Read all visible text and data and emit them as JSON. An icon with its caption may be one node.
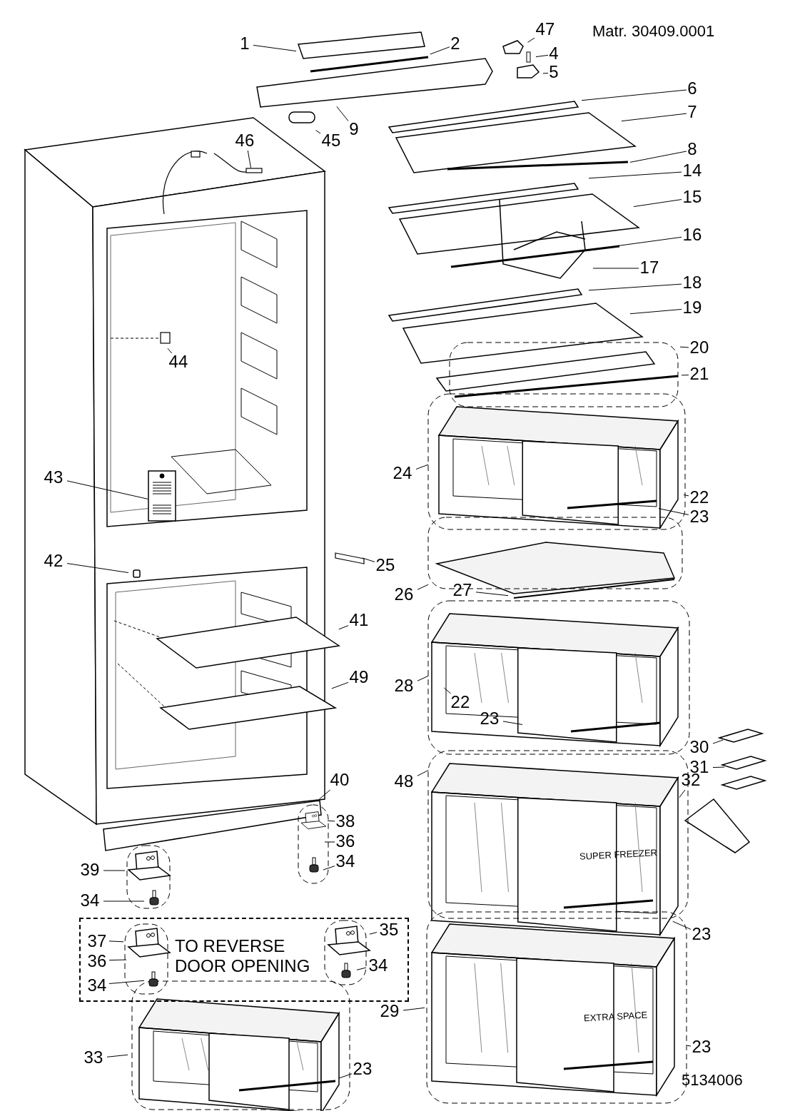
{
  "diagram": {
    "nodes": [
      {
        "text": [
          "1"
        ]
      },
      {
        "text": [
          "2"
        ]
      },
      {
        "text": [
          "47"
        ]
      },
      {
        "text": [
          "4"
        ]
      },
      {
        "text": [
          "5"
        ]
      },
      {
        "text": [
          "6"
        ]
      },
      {
        "text": [
          "7"
        ]
      },
      {
        "text": [
          "9"
        ]
      },
      {
        "text": [
          "45"
        ]
      },
      {
        "text": [
          "46"
        ]
      },
      {
        "text": [
          "8"
        ]
      },
      {
        "text": [
          "14"
        ]
      },
      {
        "text": [
          "15"
        ]
      },
      {
        "text": [
          "16"
        ]
      },
      {
        "text": [
          "17"
        ]
      },
      {
        "text": [
          "18"
        ]
      },
      {
        "text": [
          "19"
        ]
      },
      {
        "text": [
          "20"
        ]
      },
      {
        "text": [
          "44"
        ]
      },
      {
        "text": [
          "21"
        ]
      },
      {
        "text": [
          "24"
        ]
      },
      {
        "text": [
          "43"
        ]
      },
      {
        "text": [
          "22"
        ]
      },
      {
        "text": [
          "23"
        ]
      },
      {
        "text": [
          "25"
        ]
      },
      {
        "text": [
          "42"
        ]
      },
      {
        "text": [
          "26"
        ]
      },
      {
        "text": [
          "27"
        ]
      },
      {
        "text": [
          "41"
        ]
      },
      {
        "text": [
          "49"
        ]
      },
      {
        "text": [
          "28"
        ]
      },
      {
        "text": [
          "22"
        ]
      },
      {
        "text": [
          "23"
        ]
      },
      {
        "text": [
          "30"
        ]
      },
      {
        "text": [
          "31"
        ]
      },
      {
        "text": [
          "32"
        ]
      },
      {
        "text": [
          "48"
        ]
      },
      {
        "text": [
          "40"
        ]
      },
      {
        "text": [
          "38"
        ]
      },
      {
        "text": [
          "36"
        ]
      },
      {
        "text": [
          "34"
        ]
      },
      {
        "text": [
          "39"
        ]
      },
      {
        "text": [
          "34"
        ]
      },
      {
        "text": [
          "TO REVERSE DOOR OPENING"
        ]
      },
      {
        "text": [
          "35"
        ],
        "in": 43
      },
      {
        "text": [
          "37"
        ],
        "in": 43
      },
      {
        "text": [
          "34"
        ],
        "in": 43
      },
      {
        "text": [
          "36"
        ],
        "in": 43
      },
      {
        "text": [
          "34"
        ],
        "in": 43
      },
      {
        "text": [
          "23"
        ]
      },
      {
        "text": [
          "29"
        ]
      },
      {
        "text": [
          "33"
        ]
      },
      {
        "text": [
          "23"
        ]
      },
      {
        "text": [
          "23"
        ]
      }
    ],
    "edges": [
      {
        "from": 0,
        "to": null,
        "arrow": "none"
      },
      {
        "from": 1,
        "to": null,
        "arrow": "none"
      },
      {
        "from": 2,
        "to": null,
        "arrow": "none"
      },
      {
        "from": 3,
        "to": null,
        "arrow": "none"
      },
      {
        "from": 4,
        "to": null,
        "arrow": "none"
      },
      {
        "from": 5,
        "to": null,
        "arrow": "none"
      },
      {
        "from": 6,
        "to": null,
        "arrow": "none"
      },
      {
        "from": 7,
        "to": null,
        "arrow": "none"
      },
      {
        "from": 8,
        "to": null,
        "arrow": "none"
      },
      {
        "from": 9,
        "to": null,
        "arrow": "none"
      },
      {
        "from": 10,
        "to": null,
        "arrow": "none"
      },
      {
        "from": 11,
        "to": null,
        "arrow": "none"
      },
      {
        "from": 12,
        "to": null,
        "arrow": "none"
      },
      {
        "from": 13,
        "to": null,
        "arrow": "none"
      },
      {
        "from": 14,
        "to": null,
        "arrow": "none"
      },
      {
        "from": 15,
        "to": null,
        "arrow": "none"
      },
      {
        "from": 16,
        "to": null,
        "arrow": "none"
      },
      {
        "from": 17,
        "to": null,
        "arrow": "none"
      },
      {
        "from": 18,
        "to": null,
        "arrow": "none"
      },
      {
        "from": 19,
        "to": null,
        "arrow": "none"
      },
      {
        "from": 20,
        "to": null,
        "arrow": "none"
      },
      {
        "from": 21,
        "to": null,
        "arrow": "none"
      },
      {
        "from": 22,
        "to": null,
        "arrow": "none"
      },
      {
        "from": 23,
        "to": null,
        "arrow": "none"
      },
      {
        "from": 24,
        "to": null,
        "arrow": "none"
      },
      {
        "from": 25,
        "to": null,
        "arrow": "none"
      },
      {
        "from": 26,
        "to": null,
        "arrow": "none"
      },
      {
        "from": 27,
        "to": null,
        "arrow": "none"
      },
      {
        "from": 28,
        "to": null,
        "arrow": "none"
      },
      {
        "from": 29,
        "to": null,
        "arrow": "none"
      },
      {
        "from": 30,
        "to": null,
        "arrow": "none"
      },
      {
        "from": 31,
        "to": null,
        "arrow": "none"
      },
      {
        "from": 32,
        "to": null,
        "arrow": "none"
      },
      {
        "from": 33,
        "to": null,
        "arrow": "none"
      },
      {
        "from": 34,
        "to": null,
        "arrow": "none"
      },
      {
        "from": 35,
        "to": null,
        "arrow": "none"
      },
      {
        "from": 36,
        "to": null,
        "arrow": "none"
      },
      {
        "from": 37,
        "to": null,
        "arrow": "none"
      },
      {
        "from": 38,
        "to": null,
        "arrow": "none"
      },
      {
        "from": 39,
        "to": null,
        "arrow": "none"
      },
      {
        "from": 40,
        "to": null,
        "arrow": "none"
      },
      {
        "from": 41,
        "to": null,
        "arrow": "none"
      },
      {
        "from": 42,
        "to": null,
        "arrow": "none"
      },
      {
        "from": 44,
        "to": null,
        "arrow": "none"
      },
      {
        "from": 45,
        "to": null,
        "arrow": "none"
      },
      {
        "from": 46,
        "to": null,
        "arrow": "none"
      },
      {
        "from": 47,
        "to": null,
        "arrow": "none"
      },
      {
        "from": 48,
        "to": null,
        "arrow": "none"
      },
      {
        "from": 49,
        "to": null,
        "arrow": "none"
      },
      {
        "from": 50,
        "to": null,
        "arrow": "none"
      },
      {
        "from": 51,
        "to": null,
        "arrow": "none"
      },
      {
        "from": 52,
        "to": null,
        "arrow": "none"
      },
      {
        "from": 53,
        "to": null,
        "arrow": "none"
      }
    ],
    "labels": [
      "Matr. 30409.0001",
      "SUPER FREEZER",
      "EXTRA SPACE",
      "5134006"
    ]
  }
}
